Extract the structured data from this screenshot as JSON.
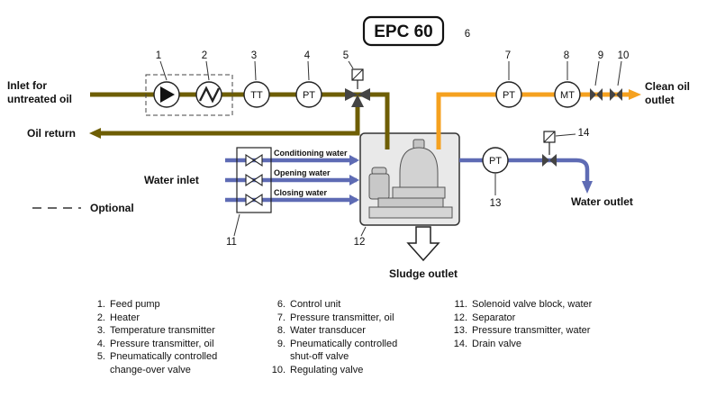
{
  "colors": {
    "untreated_oil": "#6e5e04",
    "clean_oil": "#f5a11f",
    "water": "#5e6bb4"
  },
  "title": {
    "label": "EPC 60"
  },
  "labels": {
    "inlet_line1": "Inlet for",
    "inlet_line2": "untreated oil",
    "oil_return": "Oil return",
    "water_inlet": "Water inlet",
    "optional": "Optional",
    "clean_oil_line1": "Clean oil",
    "clean_oil_line2": "outlet",
    "water_outlet": "Water outlet",
    "sludge_outlet": "Sludge outlet"
  },
  "water_lines": {
    "conditioning": "Conditioning water",
    "opening": "Opening water",
    "closing": "Closing water"
  },
  "instruments": {
    "tt": "TT",
    "pt_oil": "PT",
    "pt_clean": "PT",
    "mt": "MT",
    "pt_water": "PT"
  },
  "callouts": {
    "c1": "1",
    "c2": "2",
    "c3": "3",
    "c4": "4",
    "c5": "5",
    "c6": "6",
    "c7": "7",
    "c8": "8",
    "c9": "9",
    "c10": "10",
    "c11": "11",
    "c12": "12",
    "c13": "13",
    "c14": "14"
  },
  "legend": {
    "col1": [
      {
        "num": "1.",
        "text": "Feed pump"
      },
      {
        "num": "2.",
        "text": "Heater"
      },
      {
        "num": "3.",
        "text": "Temperature transmitter"
      },
      {
        "num": "4.",
        "text": "Pressure transmitter, oil"
      },
      {
        "num": "5.",
        "text": "Pneumatically controlled\nchange-over valve"
      }
    ],
    "col2": [
      {
        "num": "6.",
        "text": "Control unit"
      },
      {
        "num": "7.",
        "text": "Pressure transmitter, oil"
      },
      {
        "num": "8.",
        "text": "Water transducer"
      },
      {
        "num": "9.",
        "text": "Pneumatically controlled\nshut-off valve"
      },
      {
        "num": "10.",
        "text": "Regulating valve"
      }
    ],
    "col3": [
      {
        "num": "11.",
        "text": "Solenoid valve block, water"
      },
      {
        "num": "12.",
        "text": "Separator"
      },
      {
        "num": "13.",
        "text": "Pressure transmitter, water"
      },
      {
        "num": "14.",
        "text": "Drain valve"
      }
    ]
  }
}
